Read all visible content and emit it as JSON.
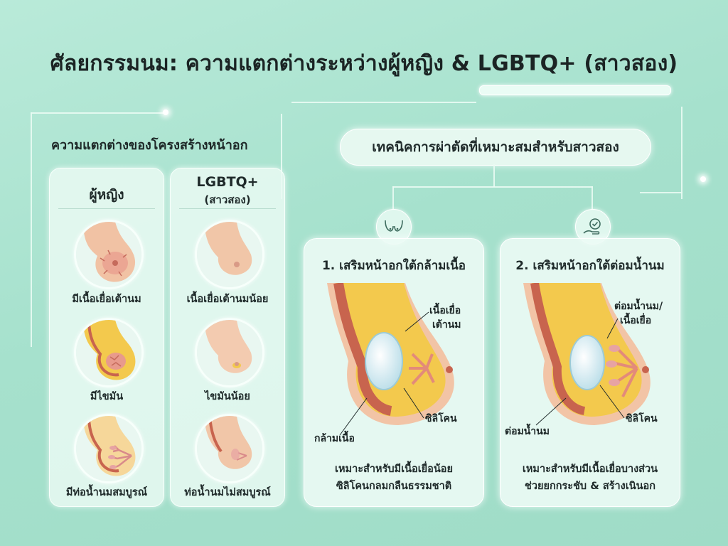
{
  "title": "ศัลยกรรมนม: ความแตกต่างระหว่างผู้หญิง & LGBTQ+ (สาวสอง)",
  "left_section": {
    "heading": "ความแตกต่างของโครงสร้างหน้าอก",
    "women": {
      "heading": "ผู้หญิง",
      "items": [
        "มีเนื้อเยื่อเต้านม",
        "มีไขมัน",
        "มีท่อน้ำนมสมบูรณ์"
      ]
    },
    "lgbtq": {
      "heading": "LGBTQ+",
      "subheading": "(สาวสอง)",
      "items": [
        "เนื้อเยื่อเต้านมน้อย",
        "ไขมันน้อย",
        "ท่อน้ำนมไม่สมบูรณ์"
      ]
    }
  },
  "right_section": {
    "heading": "เทคนิคการผ่าตัดที่เหมาะสมสำหรับสาวสอง",
    "technique1": {
      "title": "1. เสริมหน้าอกใต้กล้ามเนื้อ",
      "label_tissue_line1": "เนื้อเยื่อ",
      "label_tissue_line2": "เต้านม",
      "label_silicone": "ซิลิโคน",
      "label_muscle": "กล้ามเนื้อ",
      "note_line1": "เหมาะสำหรับมีเนื้อเยื่อน้อย",
      "note_line2": "ซิลิโคนกลมกลืนธรรมชาติ"
    },
    "technique2": {
      "title": "2. เสริมหน้าอกใต้ต่อมน้ำนม",
      "label_gland_line1": "ต่อมน้ำนม/",
      "label_gland_line2": "เนื้อเยื่อ",
      "label_silicone": "ซิลิโคน",
      "label_gland_bottom": "ต่อมน้ำนม",
      "note_line1": "เหมาะสำหรับมีเนื้อเยื่อบางส่วน",
      "note_line2": "ช่วยยกกระชับ & สร้างเนินอก"
    }
  },
  "colors": {
    "background": "#a6e1cd",
    "skin": "#f2c4a6",
    "muscle": "#c8644e",
    "fat": "#f3c94d",
    "implant": "#d9eef3"
  },
  "icons": [
    "breast-outline-icon",
    "hand-check-icon"
  ]
}
